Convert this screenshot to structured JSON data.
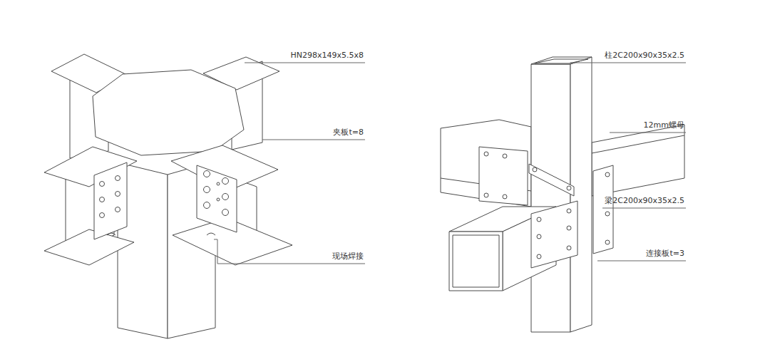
{
  "diagram": {
    "labels": [
      "HN298x149x5.5x8",
      "夹板t=8",
      "现场焊接",
      "柱2C200x90x35x2.5",
      "12mm螺母",
      "梁2C200x90x35x2.5",
      "连接板t=3"
    ]
  }
}
